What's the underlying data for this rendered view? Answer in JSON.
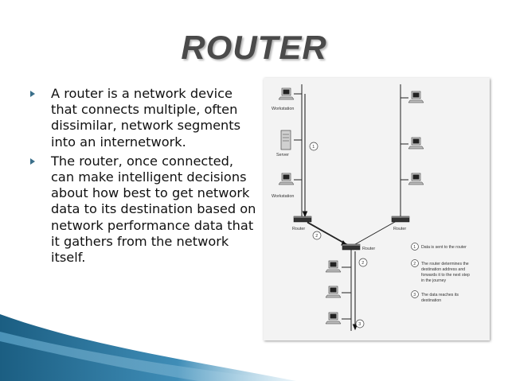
{
  "slide": {
    "title": "ROUTER",
    "bullets": [
      "A router is a network device that connects multiple, often dissimilar, network segments into an internetwork.",
      "The router, once connected, can make intelligent decisions about how best to get network data to its destination based on network performance data that it gathers from the network itself."
    ]
  },
  "diagram": {
    "labels": {
      "workstation_top": "Workstation",
      "server": "Server",
      "workstation_bottom": "Workstation",
      "router_left": "Router",
      "router_center": "Router",
      "router_right": "Router"
    },
    "step_numbers": [
      "1",
      "2",
      "2",
      "3"
    ],
    "legend": [
      {
        "num": "1",
        "lines": [
          "Data is sent to the router"
        ]
      },
      {
        "num": "2",
        "lines": [
          "The router determines the",
          "destination address and",
          "forwards it to the next step",
          "in the journey"
        ]
      },
      {
        "num": "3",
        "lines": [
          "The data reaches its",
          "destination"
        ]
      }
    ]
  },
  "colors": {
    "title": "#4a4a4a",
    "bullet": "#3a6f8a",
    "swoosh_dark": "#1b5e82",
    "swoosh_light": "#5fa9cf"
  }
}
